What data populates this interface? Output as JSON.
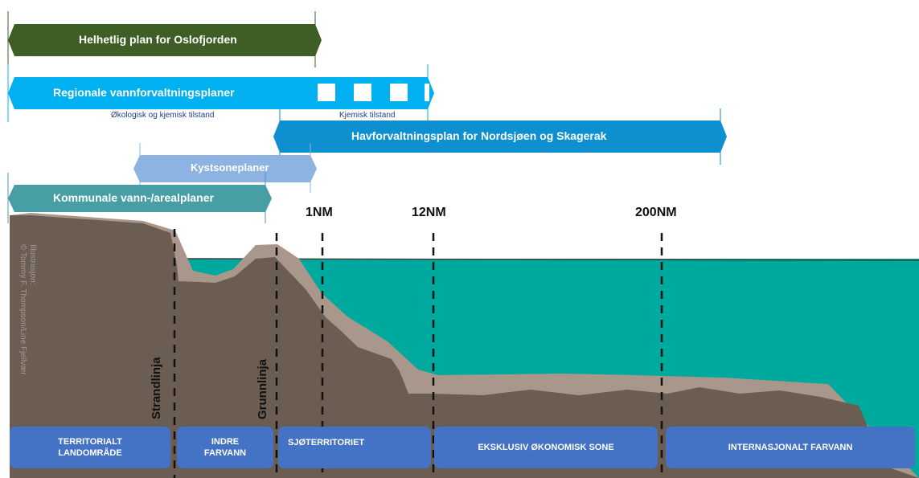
{
  "colors": {
    "oslofjord": "#3f5e26",
    "regional": "#00b0f0",
    "havforvaltning": "#0e8fcf",
    "kystsone": "#8db3e2",
    "kommunale": "#479ea5",
    "sea": "#00a99d",
    "land_dark": "#6b5d52",
    "land_light": "#a8978a",
    "zone_box": "#4472c4"
  },
  "plans": {
    "oslofjord": "Helhetlig plan for Oslofjorden",
    "regional": "Regionale vannforvaltningsplaner",
    "regional_sub_left": "Økologisk og kjemisk tilstand",
    "regional_sub_right": "Kjemisk tilstand",
    "havforvaltning": "Havforvaltningsplan for Nordsjøen og Skagerak",
    "kystsone": "Kystsoneplaner",
    "kommunale": "Kommunale vann-/arealplaner"
  },
  "limits": {
    "nm1": "1NM",
    "nm12": "12NM",
    "nm200": "200NM",
    "strandlinja": "Strandlinja",
    "grunnlinja": "Grunnlinja"
  },
  "credit": {
    "line1": "Illustrasjon:",
    "line2": "© Tommy F. Thompson/Line Fjellvær"
  },
  "zones": {
    "territorialt": "TERRITORIALT LANDOMRÅDE",
    "indre": "INDRE FARVANN",
    "sjoterritoriet": "SJØTERRITORIET",
    "eksklusiv": "EKSKLUSIV ØKONOMISK SONE",
    "internasjonalt": "INTERNASJONALT FARVANN"
  }
}
